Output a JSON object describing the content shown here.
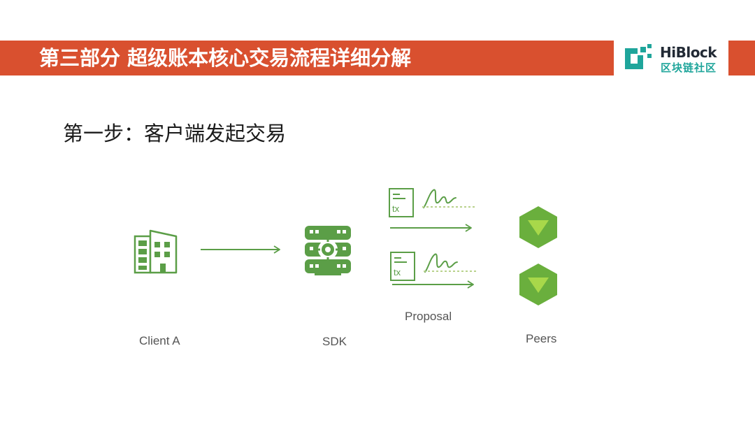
{
  "header": {
    "title": "第三部分 超级账本核心交易流程详细分解",
    "logo": {
      "name": "HiBlock",
      "subtitle": "区块链社区"
    }
  },
  "step": {
    "title": "第一步：客户端发起交易"
  },
  "diagram": {
    "nodes": {
      "client": {
        "label": "Client A",
        "icon": "building-icon"
      },
      "sdk": {
        "label": "SDK",
        "icon": "server-icon"
      },
      "proposal": {
        "label": "Proposal",
        "icon": "signed-transaction-icon",
        "tx_label": "tx",
        "count": 2
      },
      "peers": {
        "label": "Peers",
        "icon": "peer-node-icon",
        "count": 2
      }
    }
  },
  "colors": {
    "banner": "#d9502f",
    "diagram_green": "#5b9e47",
    "peer_green": "#6aaf3d",
    "logo_teal": "#1fa59b"
  }
}
